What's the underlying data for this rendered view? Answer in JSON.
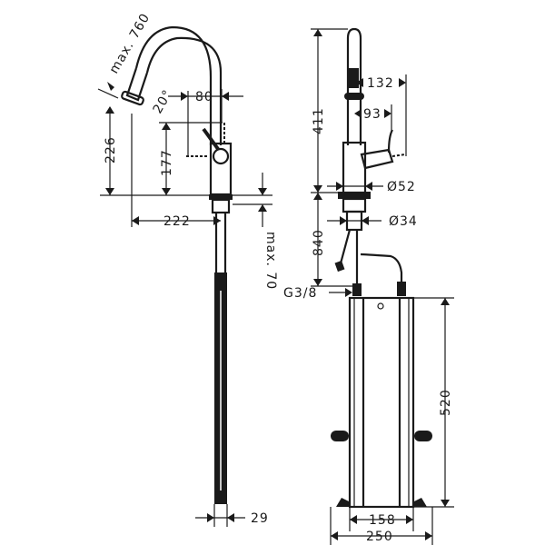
{
  "drawing": {
    "subject": "Kitchen faucet technical drawing",
    "views": [
      "side-view",
      "front-view"
    ],
    "line_color": "#1a1a1a",
    "background": "#ffffff"
  },
  "side_view": {
    "dimensions": {
      "max_pullout": "max. 760",
      "spout_angle": "20°",
      "spout_reach_top": "80",
      "height_outlet": "226",
      "height_handle": "177",
      "spout_reach": "222",
      "max_deck_thickness": "max. 70",
      "hose_width": "29"
    }
  },
  "front_view": {
    "dimensions": {
      "total_height": "411",
      "top_width": "132",
      "handle_width": "93",
      "base_diameter": "Ø52",
      "shank_diameter": "Ø34",
      "connection_length": "840",
      "thread": "G3/8",
      "box_height": "520",
      "box_inner_width": "158",
      "box_outer_width": "250"
    }
  }
}
